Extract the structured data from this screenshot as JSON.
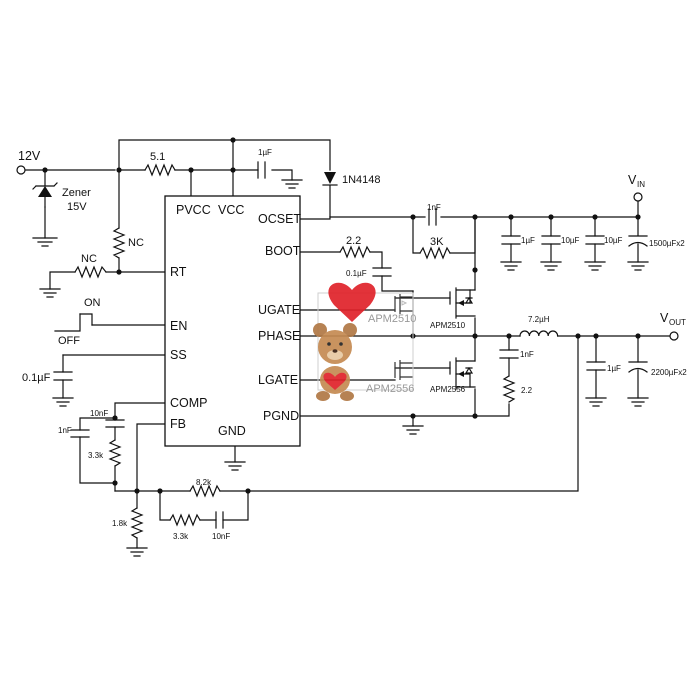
{
  "inputs": {
    "v12": "12V",
    "vin": "V",
    "vin_sub": "IN",
    "vout": "V",
    "vout_sub": "OUT"
  },
  "ic": {
    "pins": {
      "pvcc": "PVCC",
      "vcc": "VCC",
      "ocset": "OCSET",
      "boot": "BOOT",
      "rt": "RT",
      "en": "EN",
      "ss": "SS",
      "comp": "COMP",
      "fb": "FB",
      "gnd": "GND",
      "ugate": "UGATE",
      "phase": "PHASE",
      "lgate": "LGATE",
      "pgnd": "PGND"
    }
  },
  "components": {
    "zener": {
      "name": "Zener",
      "value": "15V"
    },
    "r_5_1": "5.1",
    "c_1uf_top": "1µF",
    "diode": "1N4148",
    "r_nc_vert": "NC",
    "r_nc_rt": "NC",
    "switch_on": "ON",
    "switch_off": "OFF",
    "c_ss": "0.1µF",
    "c_10nf_comp": "10nF",
    "c_1nf_comp": "1nF",
    "r_3_3k_comp": "3.3k",
    "r_1_8k": "1.8k",
    "r_8_2k": "8.2k",
    "r_3_3k_fb": "3.3k",
    "c_10nf_fb": "10nF",
    "r_2_2_boot": "2.2",
    "c_0_1uf_boot": "0.1µF",
    "c_1nf_ocset": "1nF",
    "r_3k_ocset": "3K",
    "c_in_1uf": "1µF",
    "c_in_10uf_a": "10µF",
    "c_in_10uf_b": "10µF",
    "c_in_bulk": "1500µFx2",
    "mosfet_high_a": "APM2510",
    "mosfet_high_b": "APM2510",
    "mosfet_low_a": "APM2556",
    "mosfet_low_b": "APM2556",
    "inductor": "7.2µH",
    "c_snub": "1nF",
    "r_snub": "2.2",
    "c_out_1uf": "1µF",
    "c_out_bulk": "2200µFx2"
  },
  "colors": {
    "wire": "#111111",
    "watermark_heart": "#e0222a",
    "watermark_bear": "#b07845"
  },
  "watermark": {
    "icon": "teddy-bear-with-heart-icon"
  }
}
